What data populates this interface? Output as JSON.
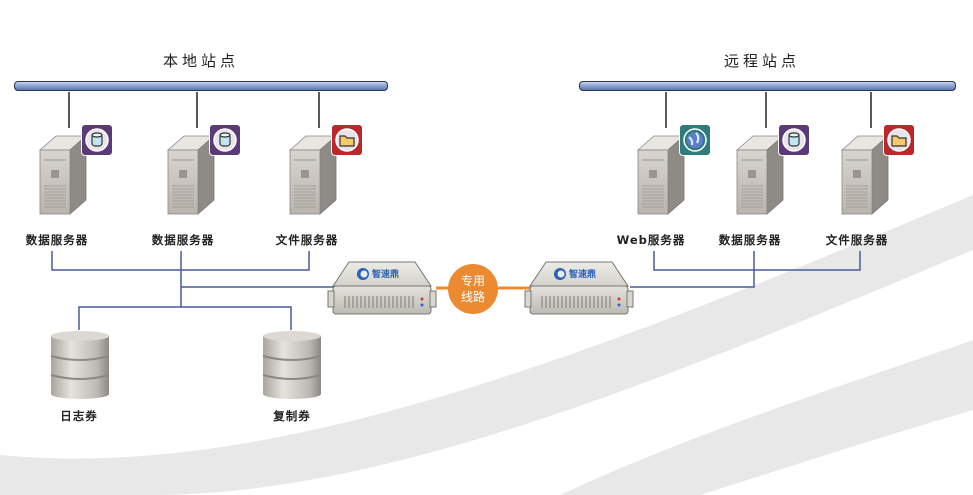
{
  "sites": {
    "local": {
      "title": "本地站点",
      "servers": [
        {
          "label": "数据服务器",
          "badge": "database-icon",
          "badge_color": "#5b3a78"
        },
        {
          "label": "数据服务器",
          "badge": "database-icon",
          "badge_color": "#5b3a78"
        },
        {
          "label": "文件服务器",
          "badge": "folder-icon",
          "badge_color": "#b8282c"
        }
      ],
      "volumes": [
        {
          "label": "日志券"
        },
        {
          "label": "复制券"
        }
      ]
    },
    "remote": {
      "title": "远程站点",
      "servers": [
        {
          "label": "Web服务器",
          "badge": "globe-icon",
          "badge_color": "#2f7c7a"
        },
        {
          "label": "数据服务器",
          "badge": "database-icon",
          "badge_color": "#5b3a78"
        },
        {
          "label": "文件服务器",
          "badge": "folder-icon",
          "badge_color": "#b8282c"
        }
      ]
    }
  },
  "link": {
    "line1": "专用",
    "line2": "线路",
    "color": "#ec8a32"
  },
  "appliances": [
    {
      "brand": "智速鼎",
      "side": "local"
    },
    {
      "brand": "智速鼎",
      "side": "remote"
    }
  ],
  "colors": {
    "bus": "#6f86bb",
    "connector": "#4a5a9a",
    "swoosh": "#e8e8e8"
  }
}
